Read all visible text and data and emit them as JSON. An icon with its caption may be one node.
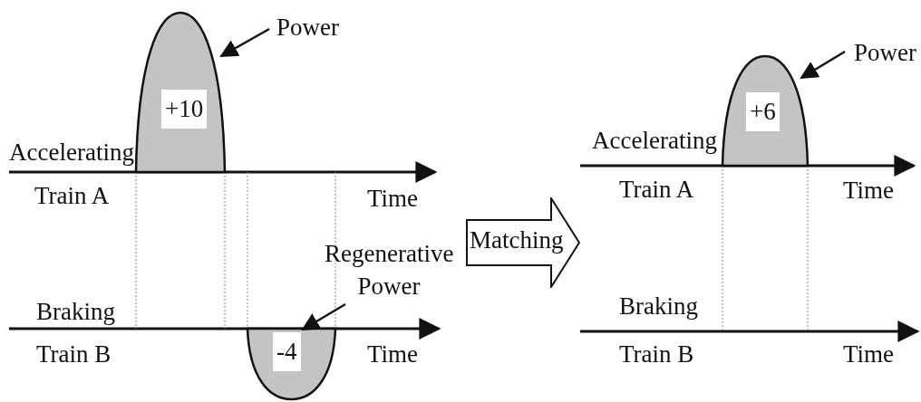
{
  "diagram": {
    "nodes": [
      {
        "text": [
          "Power"
        ]
      },
      {
        "text": [
          "+10"
        ]
      },
      {
        "text": [
          "Regenerative Power"
        ]
      },
      {
        "text": [
          "-4"
        ]
      },
      {
        "text": [
          "Matching"
        ]
      },
      {
        "text": [
          "Power"
        ]
      },
      {
        "text": [
          "+6"
        ]
      }
    ],
    "edges": [
      {
        "from": 0,
        "to": 1,
        "arrow": "to"
      },
      {
        "from": 2,
        "to": 3,
        "arrow": "to"
      },
      {
        "from": 5,
        "to": 6,
        "arrow": "to"
      }
    ],
    "labels": [
      "Accelerating",
      "Train A",
      "Time",
      "Braking",
      "Train B",
      "Time",
      "Accelerating",
      "Train A",
      "Time",
      "Braking",
      "Train B",
      "Time"
    ]
  }
}
